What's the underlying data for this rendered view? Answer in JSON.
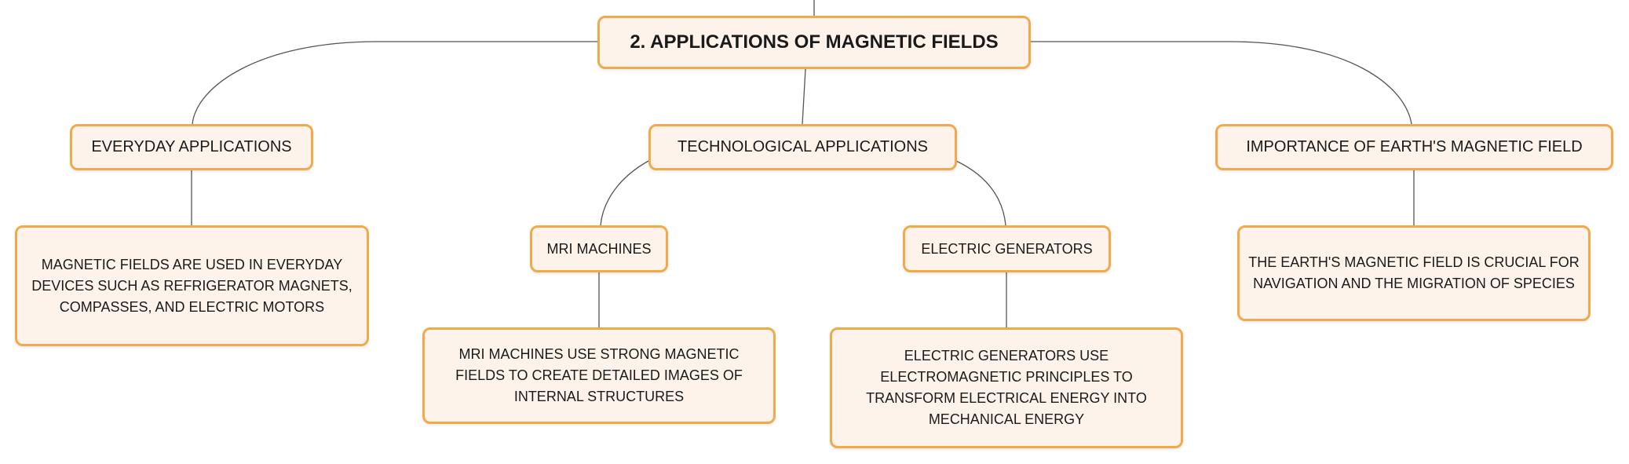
{
  "colors": {
    "node_fill": "#fdf3ea",
    "node_border": "#f2a94a",
    "connector": "#555555"
  },
  "root": {
    "label": "2. APPLICATIONS OF MAGNETIC FIELDS"
  },
  "branches": [
    {
      "label": "EVERYDAY APPLICATIONS",
      "description": "MAGNETIC FIELDS ARE USED IN EVERYDAY DEVICES SUCH AS REFRIGERATOR MAGNETS, COMPASSES, AND ELECTRIC MOTORS"
    },
    {
      "label": "TECHNOLOGICAL APPLICATIONS",
      "children": [
        {
          "label": "MRI MACHINES",
          "description": "MRI MACHINES USE STRONG MAGNETIC FIELDS TO CREATE DETAILED IMAGES OF INTERNAL STRUCTURES"
        },
        {
          "label": "ELECTRIC GENERATORS",
          "description": "ELECTRIC GENERATORS USE ELECTROMAGNETIC PRINCIPLES TO TRANSFORM ELECTRICAL ENERGY INTO MECHANICAL ENERGY"
        }
      ]
    },
    {
      "label": "IMPORTANCE OF EARTH'S MAGNETIC FIELD",
      "description": "THE EARTH'S MAGNETIC FIELD IS CRUCIAL FOR NAVIGATION AND THE MIGRATION OF SPECIES"
    }
  ]
}
